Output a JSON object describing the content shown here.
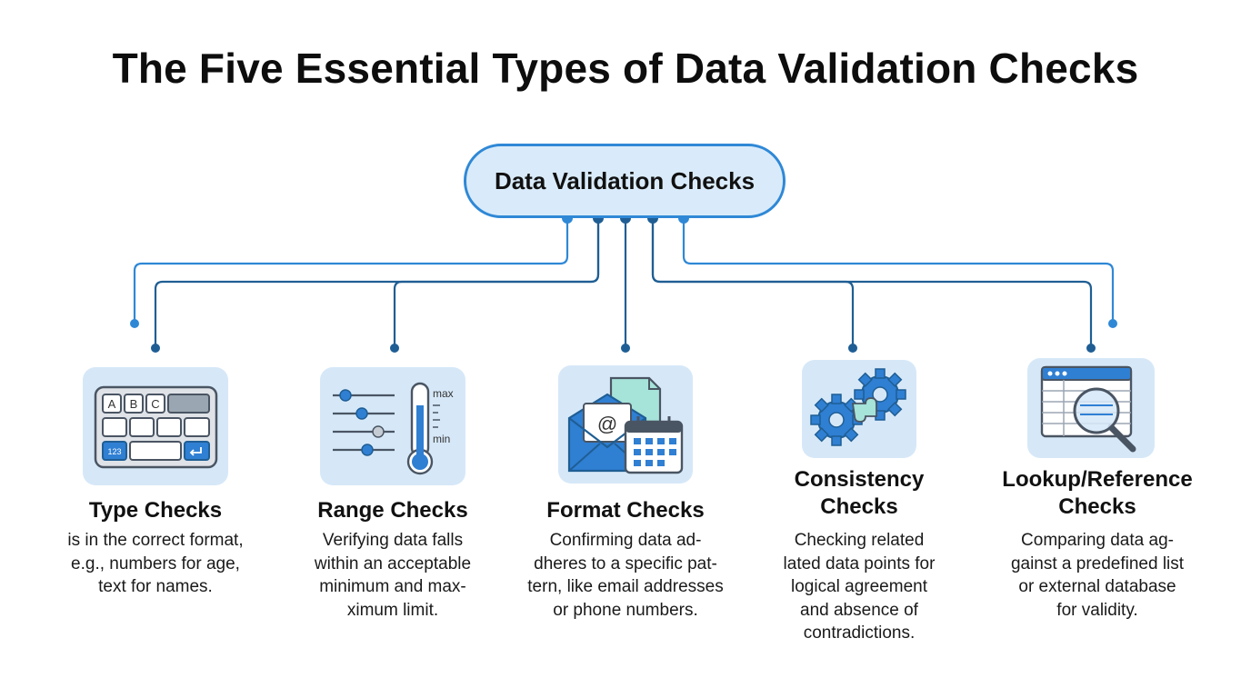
{
  "title": "The Five Essential Types of Data Validation Checks",
  "root": {
    "label": "Data Validation Checks"
  },
  "colors": {
    "accent": "#2f88d6",
    "dark_line": "#1f5e94",
    "icon_bg": "#d6e8f8"
  },
  "checks": [
    {
      "icon": "keyboard-icon",
      "title": "Type Checks",
      "description": "is in the correct format,\ne.g., numbers for age,\ntext for names.",
      "keycaps": [
        "A",
        "B",
        "C",
        "123"
      ]
    },
    {
      "icon": "thermometer-sliders-icon",
      "title": "Range Checks",
      "description": "Verifying data falls\nwithin an acceptable\nminimum and max-\nximum limit.",
      "scale_labels": [
        "max",
        "min"
      ]
    },
    {
      "icon": "email-calendar-icon",
      "title": "Format Checks",
      "description": "Confirming data ad-\ndheres to a specific pat-\ntern, like email addresses\nor phone numbers.",
      "symbol": "@"
    },
    {
      "icon": "puzzle-gears-icon",
      "title": "Consistency\nChecks",
      "description": "Checking related\nlated data points for\nlogical agreement\nand absence of\ncontradictions."
    },
    {
      "icon": "table-magnifier-icon",
      "title": "Lookup/Reference\nChecks",
      "description": "Comparing data ag-\ngainst a predefined list\nor external database\nfor validity."
    }
  ]
}
